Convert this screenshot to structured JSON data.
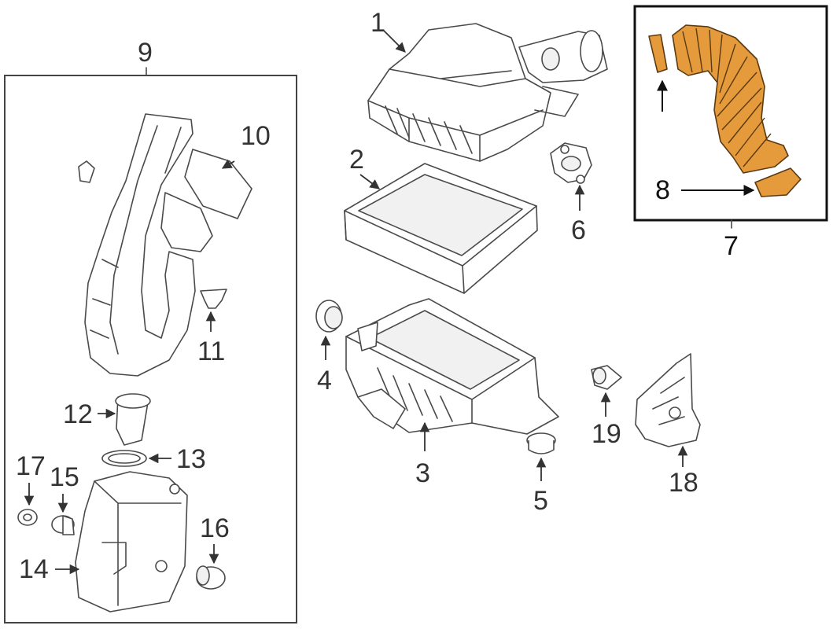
{
  "diagram": {
    "callouts": [
      {
        "id": "c1",
        "text": "1"
      },
      {
        "id": "c2",
        "text": "2"
      },
      {
        "id": "c3",
        "text": "3"
      },
      {
        "id": "c4",
        "text": "4"
      },
      {
        "id": "c5",
        "text": "5"
      },
      {
        "id": "c6",
        "text": "6"
      },
      {
        "id": "c7",
        "text": "7"
      },
      {
        "id": "c8",
        "text": "8"
      },
      {
        "id": "c9",
        "text": "9"
      },
      {
        "id": "c10",
        "text": "10"
      },
      {
        "id": "c11",
        "text": "11"
      },
      {
        "id": "c12",
        "text": "12"
      },
      {
        "id": "c13",
        "text": "13"
      },
      {
        "id": "c14",
        "text": "14"
      },
      {
        "id": "c15",
        "text": "15"
      },
      {
        "id": "c16",
        "text": "16"
      },
      {
        "id": "c17",
        "text": "17"
      },
      {
        "id": "c18",
        "text": "18"
      },
      {
        "id": "c19",
        "text": "19"
      }
    ],
    "colors": {
      "line": "#4a4a4a",
      "highlight_part": "#e59a3b",
      "highlight_box": "#111111"
    }
  }
}
